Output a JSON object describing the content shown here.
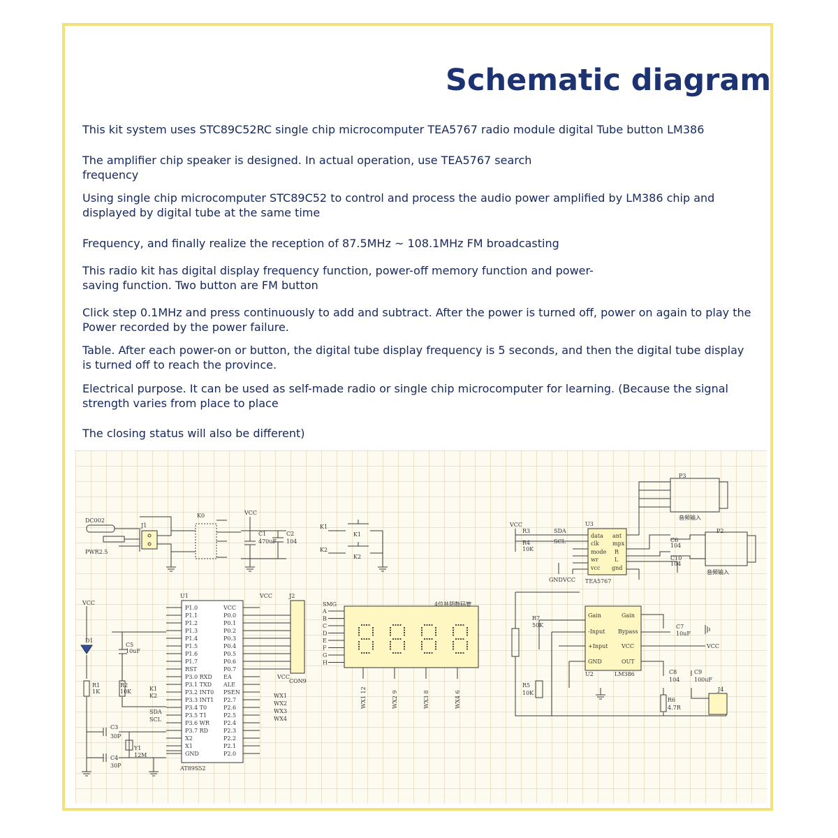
{
  "title": "Schematic diagram",
  "paragraphs": [
    "This kit system uses STC89C52RC single chip microcomputer TEA5767 radio module digital Tube button LM386",
    "The amplifier chip speaker is designed. In actual operation, use TEA5767 search frequency",
    "Using single chip microcomputer STC89C52 to control and process the audio power amplified by LM386 chip and displayed by digital tube at the same time",
    "Frequency, and finally realize the reception of 87.5MHz ~ 108.1MHz FM broadcasting",
    "This radio kit has digital display frequency function, power-off memory function and power-saving function. Two button are FM button",
    "Click step 0.1MHz and press continuously to add and subtract. After the power is turned off, power on again to play the Power recorded by the power failure.",
    "Table. After each power-on or button, the digital tube display frequency is 5 seconds, and then the digital tube display is turned off to reach the province.",
    "Electrical purpose. It can be used as self-made radio or single chip microcomputer for learning. (Because the signal strength varies from place to place",
    "The closing status will also be different)"
  ],
  "schematic": {
    "power_block": {
      "jack": "DC002",
      "jack_sub": "PWR2.5",
      "j1": "J1",
      "switch": "K0",
      "vcc": "VCC",
      "c1": "C1",
      "c1_val": "470uF",
      "c2": "C2",
      "c2_val": "104"
    },
    "buttons": {
      "k1_net": "K1",
      "k2_net": "K2",
      "k1": "K1",
      "k2": "K2"
    },
    "radio_block": {
      "vcc": "VCC",
      "r3": "R3",
      "r4": "R4",
      "r_val": "10K",
      "sda": "SDA",
      "scl": "SCL",
      "u3": "U3",
      "chip": "TEA5767",
      "pins_left": [
        "data",
        "clk",
        "mode",
        "wr",
        "vcc"
      ],
      "pins_right": [
        "ant",
        "mpx",
        "R",
        "L",
        "gnd"
      ],
      "gnd": "GND",
      "vcc2": "VCC",
      "p3": "P3",
      "p3_note": "音频输入",
      "p2": "P2",
      "p2_note": "音频输入",
      "c6": "C6",
      "c6_val": "104",
      "c10": "C10",
      "c10_val": "104"
    },
    "mcu_block": {
      "u1": "U1",
      "chip": "AT89S52",
      "pins_left": [
        "P1.0",
        "P1.1",
        "P1.2",
        "P1.3",
        "P1.4",
        "P1.5",
        "P1.6",
        "P1.7",
        "RST",
        "P3.0 RXD",
        "P3.1 TXD",
        "P3.2 INT0",
        "P3.3 INT1",
        "P3.4 T0",
        "P3.5 T1",
        "P3.6 WR",
        "P3.7 RD",
        "X2",
        "X1",
        "GND"
      ],
      "pins_right": [
        "VCC",
        "P0.0",
        "P0.1",
        "P0.2",
        "P0.3",
        "P0.4",
        "P0.5",
        "P0.6",
        "P0.7",
        "EA",
        "ALE",
        "PSEN",
        "P2.7",
        "P2.6",
        "P2.5",
        "P2.4",
        "P2.3",
        "P2.2",
        "P2.1",
        "P2.0"
      ],
      "vcc": "VCC",
      "vcc2": "VCC",
      "j2": "J2",
      "conn": "CON9",
      "d1": "D1",
      "r1": "R1",
      "r1_val": "1K",
      "r2": "R2",
      "r2_val": "10K",
      "c5": "C5",
      "c5_val": "10uF",
      "c3": "C3",
      "c3_val": "30P",
      "c4": "C4",
      "c4_val": "30P",
      "y1": "Y1",
      "y1_val": "12M",
      "nets": [
        "K1",
        "K2",
        "SDA",
        "SCL"
      ],
      "wx": [
        "WX1",
        "WX2",
        "WX3",
        "WX4"
      ]
    },
    "display_block": {
      "smg": "SMG",
      "title": "4位共阴数码管",
      "segs": [
        "A",
        "B",
        "C",
        "D",
        "E",
        "F",
        "G",
        "H"
      ],
      "wx": [
        "WX1 12",
        "WX2 9",
        "WX3 8",
        "WX4 6"
      ]
    },
    "amp_block": {
      "r7": "R7",
      "r7_val": "50K",
      "r5": "R5",
      "r5_val": "10K",
      "u2": "U2",
      "chip": "LM386",
      "pins_left": [
        "Gain",
        "-Input",
        "+Input",
        "GND"
      ],
      "pins_right": [
        "Gain",
        "Bypass",
        "VCC",
        "OUT"
      ],
      "c7": "C7",
      "c7_val": "10uF",
      "vcc": "VCC",
      "c8": "C8",
      "c8_val": "104",
      "c9": "C9",
      "c9_val": "100uF",
      "r6": "R6",
      "r6_val": "4.7R",
      "j4": "J4"
    }
  }
}
